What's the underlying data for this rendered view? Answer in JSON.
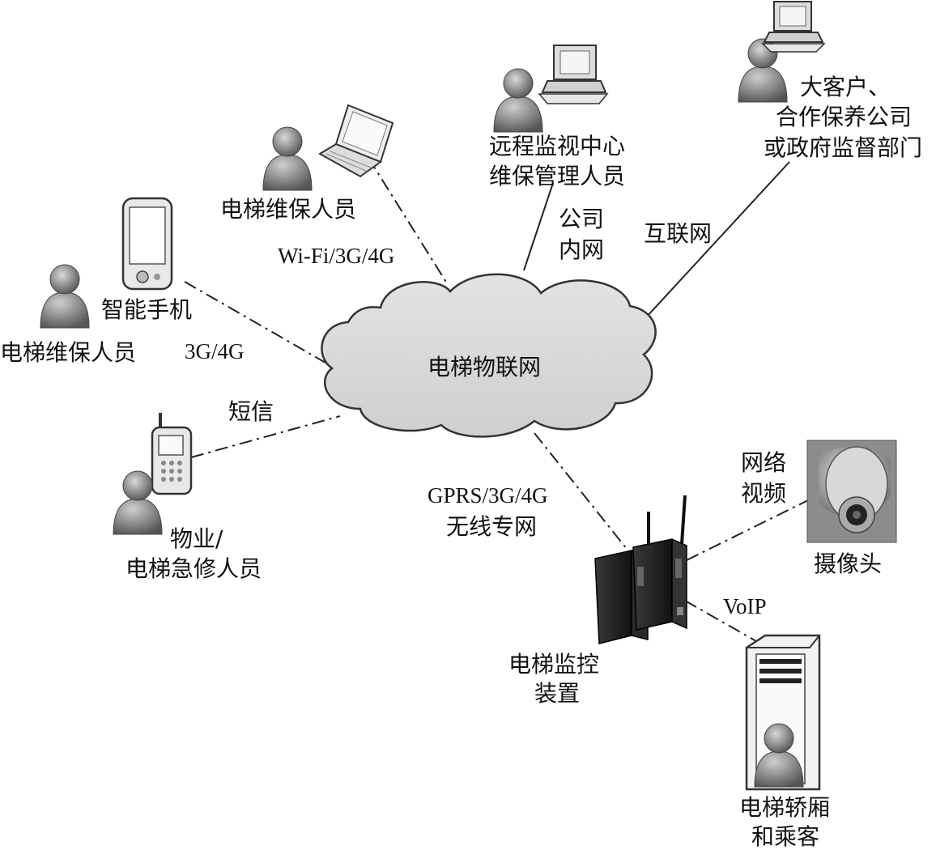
{
  "cloud": {
    "label": "电梯物联网"
  },
  "nodes": {
    "laptop_staff": {
      "label": "电梯维保人员",
      "icon": "laptop-icon"
    },
    "monitor_center": {
      "lines": [
        "远程监视中心",
        "维保管理人员"
      ],
      "icon": "desktop-computer-icon"
    },
    "big_client": {
      "lines": [
        "大客户、",
        "合作保养公司",
        "或政府监督部门"
      ],
      "icon": "desktop-computer-icon"
    },
    "smartphone_staff": {
      "device_label": "智能手机",
      "label": "电梯维保人员",
      "icon": "smartphone-icon"
    },
    "sms_staff": {
      "lines": [
        "物业/",
        "电梯急修人员"
      ],
      "icon": "mobile-phone-icon"
    },
    "monitor_device": {
      "lines": [
        "电梯监控",
        "装置"
      ],
      "icon": "router-device-icon"
    },
    "camera": {
      "label": "摄像头",
      "icon": "camera-icon"
    },
    "car": {
      "lines": [
        "电梯轿厢",
        "和乘客"
      ],
      "icon": "elevator-cabinet-icon"
    }
  },
  "links": {
    "wifi": "Wi-Fi/3G/4G",
    "intranet": [
      "公司",
      "内网"
    ],
    "internet": "互联网",
    "cellular": "3G/4G",
    "sms": "短信",
    "wireless": [
      "GPRS/3G/4G",
      "无线专网"
    ],
    "video": [
      "网络",
      "视频"
    ],
    "voip": "VoIP"
  }
}
